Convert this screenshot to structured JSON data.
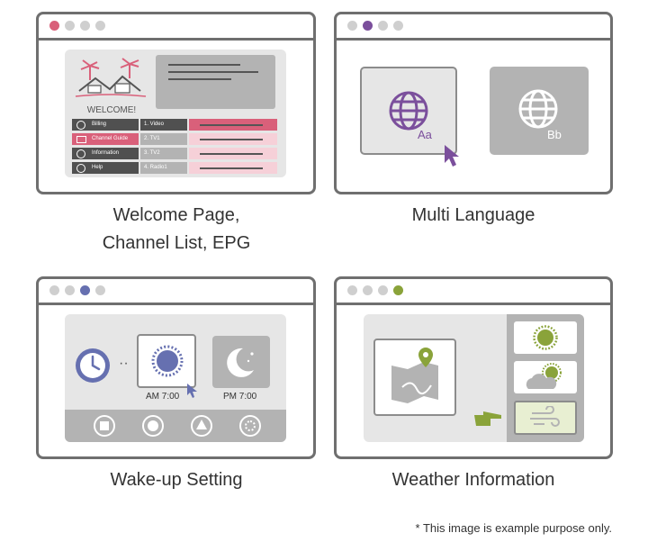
{
  "panels": {
    "welcome": {
      "caption_line1": "Welcome Page,",
      "caption_line2": "Channel List, EPG",
      "welcome_text": "WELCOME!",
      "menu": [
        "Billing",
        "Channel Guide",
        "Information",
        "Help"
      ],
      "channels": [
        "1. Video",
        "2. TV1",
        "3. TV2",
        "4. Radio1"
      ],
      "accent_color": "#d9607a"
    },
    "language": {
      "caption": "Multi Language",
      "lang_a": "Aa",
      "lang_b": "Bb",
      "accent_color": "#7b4f9c"
    },
    "wakeup": {
      "caption": "Wake-up Setting",
      "am_time": "AM 7:00",
      "pm_time": "PM 7:00",
      "accent_color": "#6670b0"
    },
    "weather": {
      "caption": "Weather Information",
      "accent_color": "#8aa33a"
    }
  },
  "footnote": "* This image is example purpose only."
}
